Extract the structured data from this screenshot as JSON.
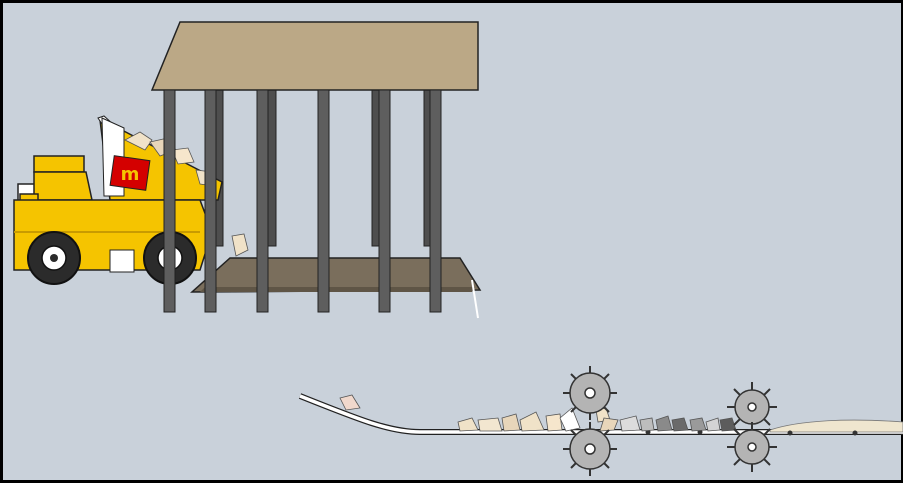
{
  "scene": {
    "background": "#c9d1da",
    "frame_color": "#000000",
    "objects": {
      "shelter_roof": "roof",
      "shelter_columns": "support-columns",
      "hopper": "feed-hopper",
      "truck": "mining-dump-truck",
      "conveyor": "conveyor-belt",
      "crusher_primary": "primary-roll-crusher",
      "crusher_secondary": "secondary-roll-crusher"
    }
  },
  "truck": {
    "logo_text": "m",
    "body_color": "#f5c400",
    "accent_color": "#d40000",
    "tire_color": "#2b2b2b"
  },
  "colors": {
    "roof": "#bba886",
    "column": "#5e5e5e",
    "hopper": "#7a6e5c",
    "ore_light": "#f0e2c8",
    "ore_dark": "#6a6a6a",
    "belt": "#ffffff",
    "roller": "#b4b4b4"
  }
}
